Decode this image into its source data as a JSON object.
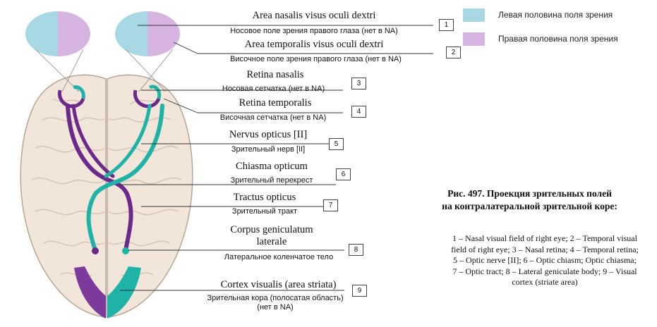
{
  "labels": [
    {
      "number": "1",
      "latin": "Area nasalis visus oculi dextri",
      "russian": "Носовое поле зрения правого глаза (нет в NA)"
    },
    {
      "number": "2",
      "latin": "Area temporalis visus oculi dextri",
      "russian": "Височное поле зрения правого глаза (нет в NA)"
    },
    {
      "number": "3",
      "latin": "Retina nasalis",
      "russian": "Носовая сетчатка (нет в NA)"
    },
    {
      "number": "4",
      "latin": "Retina temporalis",
      "russian": "Височная сетчатка (нет в NA)"
    },
    {
      "number": "5",
      "latin": "Nervus opticus [II]",
      "russian": "Зрительный нерв [II]"
    },
    {
      "number": "6",
      "latin": "Chiasma opticum",
      "russian": "Зрительный перекрест"
    },
    {
      "number": "7",
      "latin": "Tractus opticus",
      "russian": "Зрительный тракт"
    },
    {
      "number": "8",
      "latin": "Corpus geniculatum laterale",
      "russian": "Латеральное коленчатое тело"
    },
    {
      "number": "9",
      "latin": "Cortex visualis (area striata)",
      "russian": "Зрительная кора (полосатая область) (нет в NA)"
    }
  ],
  "legend": [
    {
      "label": "Левая половина поля зрения",
      "color": "#a8d8e3"
    },
    {
      "label": "Правая половина поля зрения",
      "color": "#d6b3e0"
    }
  ],
  "caption": {
    "title_line1": "Рис. 497. Проекция зрительных полей",
    "title_line2": "на контралатеральной зрительной коре:",
    "body": "1 – Nasal visual field of right eye; 2 – Temporal visual\nfield of right eye; 3 – Nasal retina; 4 – Temporal retina;\n5 – Optic nerve [II]; 6 – Optic chiasm; Optic chiasma;\n7 – Optic tract; 8 – Lateral geniculate body; 9 – Visual\ncortex (striate area)"
  },
  "colors": {
    "left_half": "#a8d8e3",
    "right_half": "#d6b3e0",
    "cyan_path": "#1fb3a8",
    "purple_path": "#6a2a8c",
    "brain": "#f2e6da",
    "brain_outline": "#b8a596"
  }
}
